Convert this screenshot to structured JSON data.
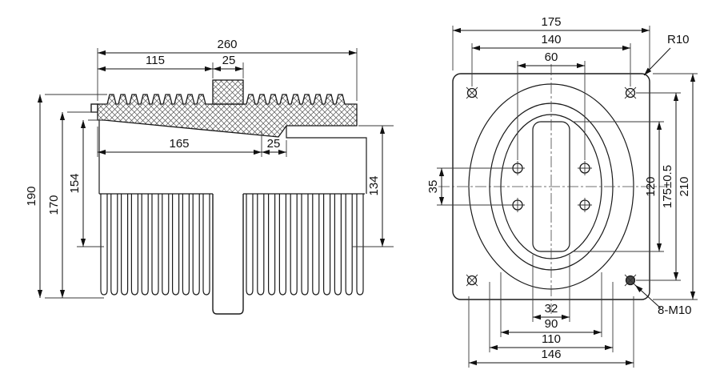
{
  "side_view": {
    "label": "side-section-view",
    "dims": {
      "total_width": "260",
      "left_width": "115",
      "boss_width": "25",
      "cavity_width": "165",
      "step_width": "25",
      "right_depth": "134",
      "total_height": "190",
      "mid_height": "170",
      "cavity_height": "154"
    }
  },
  "front_view": {
    "label": "front-flange-view",
    "dims": {
      "top_width": "175",
      "bolt_span_h": "140",
      "inner_bolt_span_h": "60",
      "corner_radius": "R10",
      "inner_bolt_span_v": "35",
      "window_height": "120",
      "bolt_span_v": "175±0.5",
      "plate_height": "210",
      "window_width": "32",
      "oval_width_inner": "90",
      "oval_width_mid": "110",
      "oval_width_outer": "146",
      "hole_callout": "8-M10"
    }
  }
}
